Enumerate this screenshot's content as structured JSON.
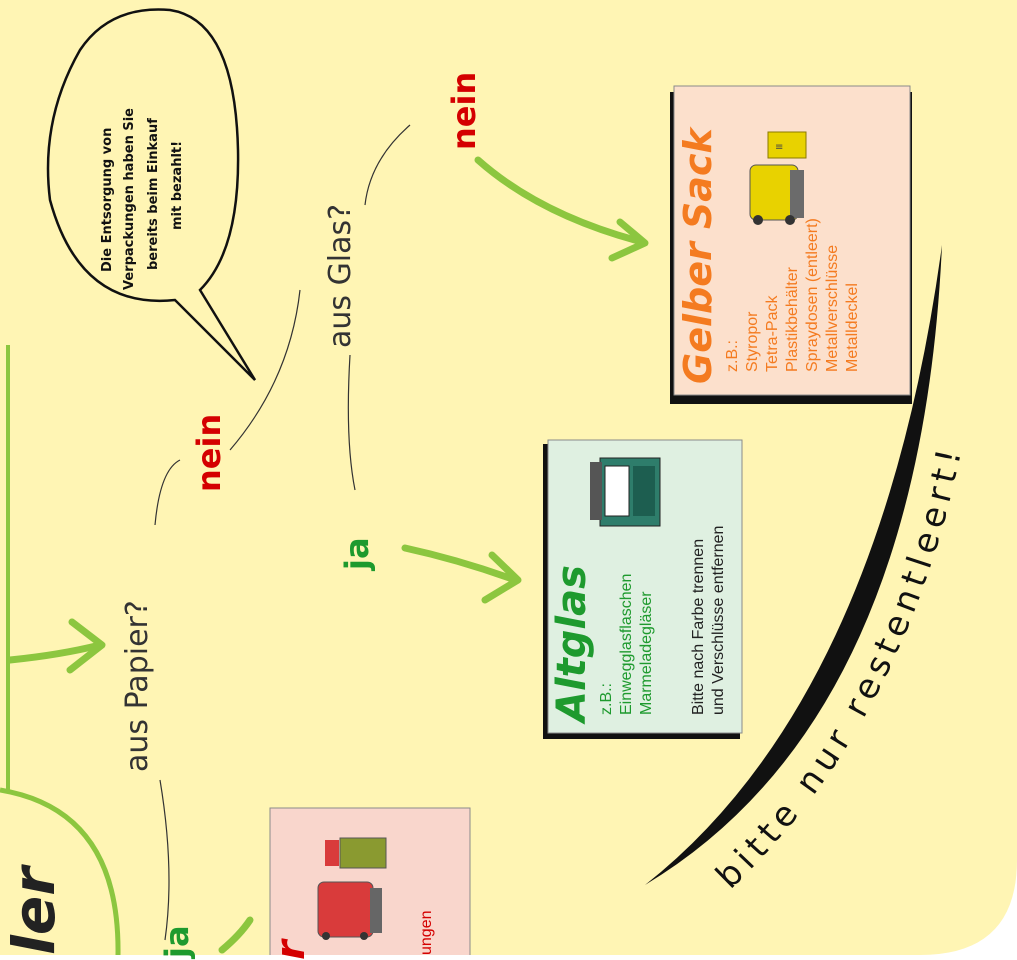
{
  "colors": {
    "background": "#FFF5B4",
    "green_arrow": "#8CC63F",
    "red": "#D40000",
    "green_text": "#1E9A2E",
    "orange": "#F47B20",
    "altglas_bg": "#DFF0E1",
    "gelber_sack_bg": "#FCE0CC",
    "papier_bg": "#F9D6CC",
    "papier_text": "#D40000"
  },
  "bubble": {
    "lines": [
      "Die Entsorgung von",
      "Verpackungen haben Sie",
      "bereits beim Einkauf",
      "mit bezahlt!"
    ]
  },
  "questions": {
    "paper": "aus Papier?",
    "glass": "aus Glas?"
  },
  "answers": {
    "nein_1": "nein",
    "nein_2": "nein",
    "ja_1": "ja",
    "ja_2": "ja"
  },
  "partial_left": {
    "word_fragment": "ler",
    "papier_fragment": "r",
    "papier_text_fragment": "ungen"
  },
  "cards": {
    "altglas": {
      "title": "Altglas",
      "zb": "z.B.:",
      "items": [
        "Einwegglasflaschen",
        "Marmeladegläser"
      ],
      "note": [
        "Bitte nach Farbe trennen",
        "und Verschlüsse entfernen"
      ],
      "icon": "glass-container-icon"
    },
    "gelber_sack": {
      "title": "Gelber Sack",
      "zb": "z.B.:",
      "items": [
        "Styropor",
        "Tetra-Pack",
        "Plastikbehälter",
        "Spraydosen (entleert)",
        "Metallverschlüsse",
        "Metalldeckel"
      ],
      "icon": "yellow-bin-icon"
    }
  },
  "banner": "bitte nur restentleert!"
}
